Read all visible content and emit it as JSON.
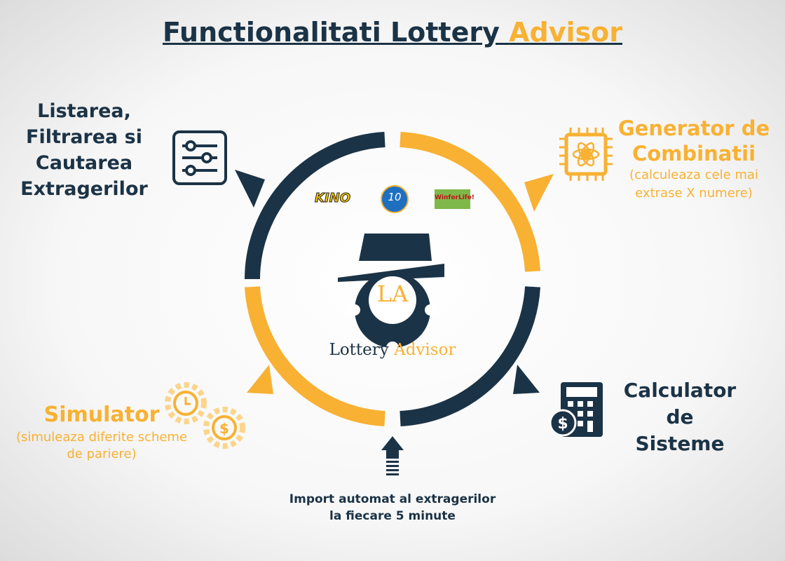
{
  "title": {
    "part1": "Functionalitati Lottery ",
    "part2": "Advisor"
  },
  "features": {
    "listing": {
      "lines": [
        "Listarea,",
        "Filtrarea si",
        "Cautarea",
        "Extragerilor"
      ],
      "icon": "sliders-icon"
    },
    "generator": {
      "title_lines": [
        "Generator de",
        "Combinatii"
      ],
      "subtitle_lines": [
        "(calculeaza cele mai",
        "extrase X numere)"
      ],
      "icon": "cpu-atom-icon"
    },
    "calculator": {
      "lines": [
        "Calculator",
        "de",
        "Sisteme"
      ],
      "icon": "calculator-dollar-icon"
    },
    "simulator": {
      "title": "Simulator",
      "subtitle_lines": [
        "(simuleaza diferite scheme",
        "de pariere)"
      ],
      "icon": "gears-clock-dollar-icon"
    },
    "import": {
      "lines": [
        "Import automat al extragerilor",
        "la fiecare 5 minute"
      ],
      "icon": "up-arrow-icon"
    }
  },
  "logos": {
    "kino": "KINO",
    "loto": "10",
    "winforlife": "WinforLife!"
  },
  "brand": {
    "monogram": "LA",
    "name1": "Lottery ",
    "name2": "Advisor"
  },
  "colors": {
    "navy": "#1b3346",
    "orange": "#f8b133"
  }
}
